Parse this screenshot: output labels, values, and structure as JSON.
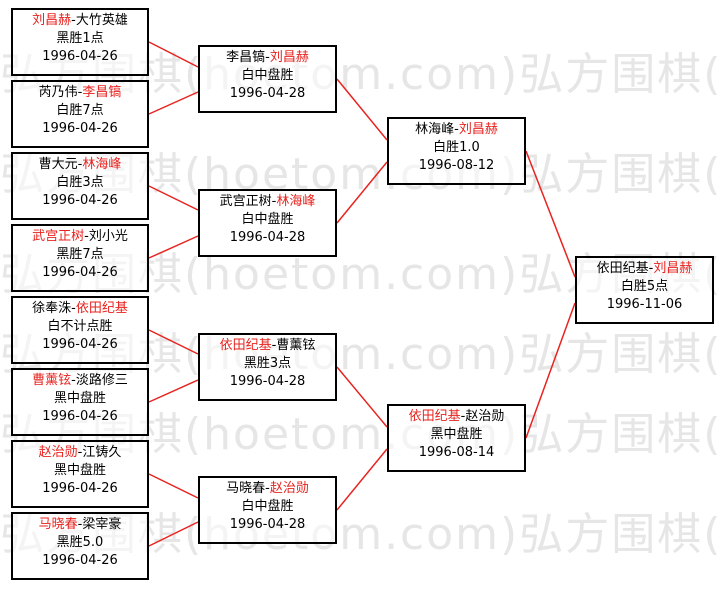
{
  "watermark": {
    "text": "弘方围棋(hoetom.com)弘方围棋(hoetom.com)弘"
  },
  "colors": {
    "winner": "#e8231f",
    "connector": "#e8231f",
    "border": "#000000"
  },
  "matches": {
    "r1_1": {
      "p1": "刘昌赫",
      "p2": "大竹英雄",
      "winner": 1,
      "result": "黑胜1点",
      "date": "1996-04-26"
    },
    "r1_2": {
      "p1": "芮乃伟",
      "p2": "李昌镐",
      "winner": 2,
      "result": "白胜7点",
      "date": "1996-04-26"
    },
    "r1_3": {
      "p1": "曹大元",
      "p2": "林海峰",
      "winner": 2,
      "result": "白胜3点",
      "date": "1996-04-26"
    },
    "r1_4": {
      "p1": "武宫正树",
      "p2": "刘小光",
      "winner": 1,
      "result": "黑胜7点",
      "date": "1996-04-26"
    },
    "r1_5": {
      "p1": "徐奉洙",
      "p2": "依田纪基",
      "winner": 2,
      "result": "白不计点胜",
      "date": "1996-04-26"
    },
    "r1_6": {
      "p1": "曹薰铉",
      "p2": "淡路修三",
      "winner": 1,
      "result": "黑中盘胜",
      "date": "1996-04-26"
    },
    "r1_7": {
      "p1": "赵治勋",
      "p2": "江铸久",
      "winner": 1,
      "result": "黑中盘胜",
      "date": "1996-04-26"
    },
    "r1_8": {
      "p1": "马晓春",
      "p2": "梁宰豪",
      "winner": 1,
      "result": "黑胜5.0",
      "date": "1996-04-26"
    },
    "r2_1": {
      "p1": "李昌镐",
      "p2": "刘昌赫",
      "winner": 2,
      "result": "白中盘胜",
      "date": "1996-04-28"
    },
    "r2_2": {
      "p1": "武宫正树",
      "p2": "林海峰",
      "winner": 2,
      "result": "白中盘胜",
      "date": "1996-04-28"
    },
    "r2_3": {
      "p1": "依田纪基",
      "p2": "曹薰铉",
      "winner": 1,
      "result": "黑胜3点",
      "date": "1996-04-28"
    },
    "r2_4": {
      "p1": "马晓春",
      "p2": "赵治勋",
      "winner": 2,
      "result": "白中盘胜",
      "date": "1996-04-28"
    },
    "r3_1": {
      "p1": "林海峰",
      "p2": "刘昌赫",
      "winner": 2,
      "result": "白胜1.0",
      "date": "1996-08-12"
    },
    "r3_2": {
      "p1": "依田纪基",
      "p2": "赵治勋",
      "winner": 1,
      "result": "黑中盘胜",
      "date": "1996-08-14"
    },
    "final": {
      "p1": "依田纪基",
      "p2": "刘昌赫",
      "winner": 2,
      "result": "白胜5点",
      "date": "1996-11-06"
    }
  }
}
